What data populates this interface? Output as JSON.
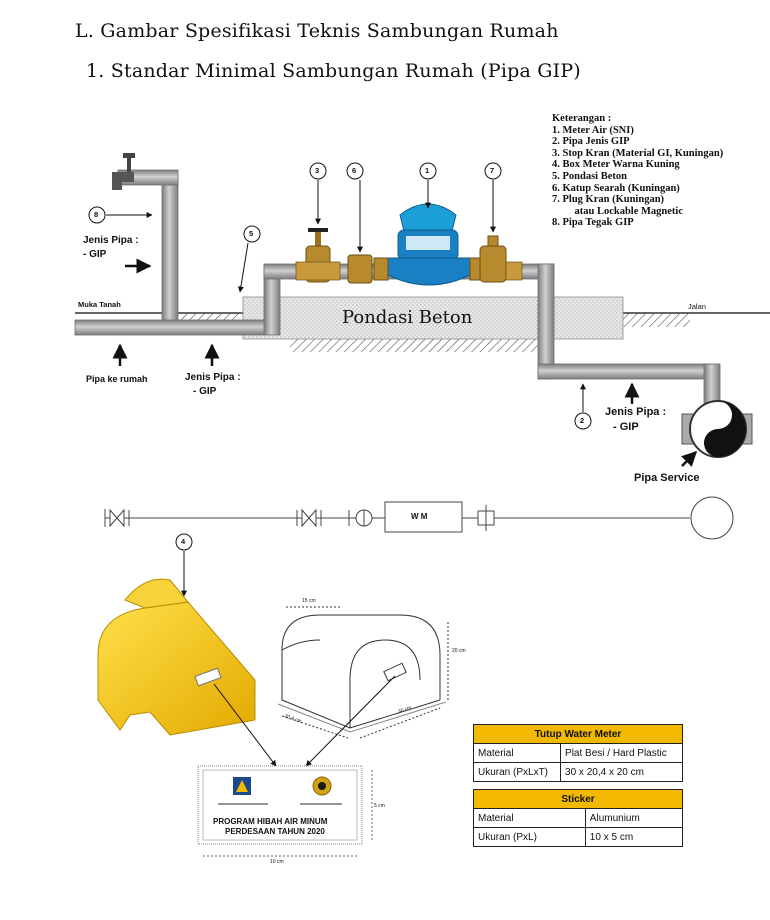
{
  "headings": {
    "section": "L.  Gambar Spesifikasi Teknis Sambungan Rumah",
    "subsection": "1. Standar Minimal Sambungan Rumah (Pipa GIP)"
  },
  "legend": {
    "title": "Keterangan :",
    "items": [
      "1. Meter Air (SNI)",
      "2. Pipa Jenis GIP",
      "3. Stop Kran (Material GI, Kuningan)",
      "4. Box Meter Warna Kuning",
      "5. Pondasi Beton",
      "6. Katup Searah (Kuningan)",
      "7. Plug Kran (Kuningan)",
      "    atau Lockable Magnetic",
      "8. Pipa Tegak GIP"
    ]
  },
  "markers": [
    "8",
    "5",
    "3",
    "6",
    "1",
    "7",
    "2",
    "4"
  ],
  "labels": {
    "jenis_pipa_left": "Jenis Pipa :",
    "gip_left": "- GIP",
    "muka_tanah": "Muka Tanah",
    "pipa_ke_rumah": "Pipa ke rumah",
    "jenis_pipa_bottom": "Jenis Pipa :",
    "gip_bottom": "- GIP",
    "pondasi_beton": "Pondasi Beton",
    "jalan": "Jalan",
    "jenis_pipa_right": "Jenis Pipa :",
    "gip_right": "- GIP",
    "pipa_service": "Pipa Service",
    "wm": "W M"
  },
  "box_dims": {
    "top": "15 cm",
    "height": "20 cm",
    "depth": "30 cm",
    "width": "20,4 cm"
  },
  "sticker": {
    "line1": "PROGRAM HIBAH AIR MINUM",
    "line2": "PERDESAAN TAHUN 2020",
    "height": "5 cm",
    "width": "10 cm"
  },
  "tutup_table": {
    "title": "Tutup Water Meter",
    "rows": [
      {
        "label": "Material",
        "value": "Plat Besi / Hard Plastic"
      },
      {
        "label": "Ukuran (PxLxT)",
        "value": "30 x 20,4 x 20 cm"
      }
    ]
  },
  "sticker_table": {
    "title": "Sticker",
    "rows": [
      {
        "label": "Material",
        "value": "Alumunium"
      },
      {
        "label": "Ukuran (PxL)",
        "value": "10 x 5 cm"
      }
    ]
  },
  "colors": {
    "pipe": "#a9a9ab",
    "pipe_edge": "#6e6e70",
    "meter_blue": "#1b7fc4",
    "brass": "#b88a2e",
    "box_yellow": "#f5c518",
    "table_header": "#f3b800"
  }
}
